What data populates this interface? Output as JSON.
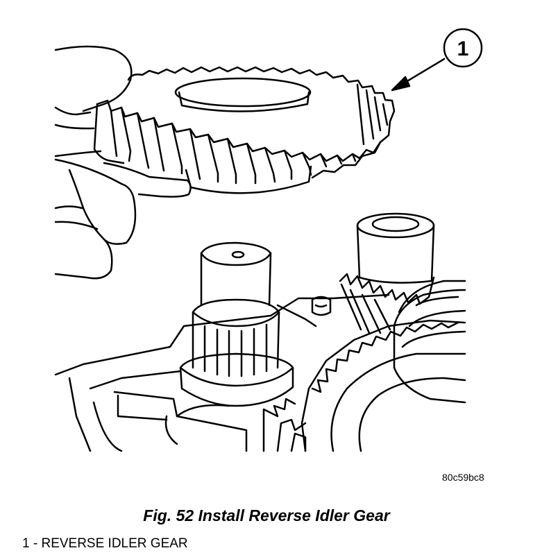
{
  "callout": {
    "number": "1"
  },
  "reference_code": "80c59bc8",
  "caption": "Fig. 52 Install Reverse Idler Gear",
  "legend": [
    {
      "number": "1",
      "separator": " - ",
      "label": "REVERSE IDLER GEAR"
    }
  ]
}
